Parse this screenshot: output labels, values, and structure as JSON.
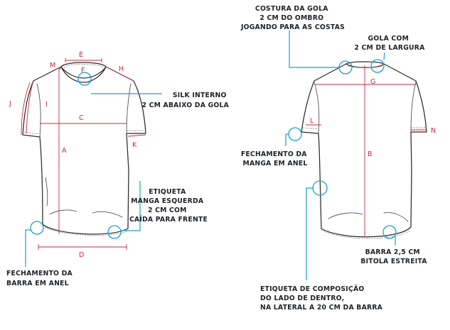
{
  "colors": {
    "outline": "#2b2b2b",
    "measure": "#c8283f",
    "marker": "#1b9fd0",
    "text": "#1f2328"
  },
  "front": {
    "letters": {
      "E": "E",
      "F": "F",
      "M": "M",
      "H": "H",
      "J": "J",
      "I": "I",
      "C": "C",
      "K": "K",
      "A": "A",
      "D": "D"
    },
    "notes": {
      "silk": [
        "SILK INTERNO",
        "2 CM ABAIXO DA GOLA"
      ],
      "label_sleeve": [
        "ETIQUETA",
        "MANGA ESQUERDA",
        "2 CM COM",
        "CAÍDA PARA FRENTE"
      ],
      "hem": [
        "FECHAMENTO DA",
        "BARRA EM ANEL"
      ]
    }
  },
  "back": {
    "letters": {
      "G": "G",
      "L": "L",
      "N": "N",
      "B": "B"
    },
    "notes": {
      "collar_seam": [
        "COSTURA DA GOLA",
        "2 CM DO OMBRO",
        "JOGANDO PARA AS COSTAS"
      ],
      "collar_width": [
        "GOLA COM",
        "2 CM DE LARGURA"
      ],
      "sleeve_close": [
        "FECHAMENTO DA",
        "MANGA EM ANEL"
      ],
      "hem": [
        "BARRA 2,5 CM",
        "BITOLA ESTREITA"
      ],
      "composition": [
        "ETIQUETA DE COMPOSIÇÃO",
        "DO LADO DE DENTRO,",
        "NA LATERAL A 20 CM DA BARRA"
      ]
    }
  }
}
